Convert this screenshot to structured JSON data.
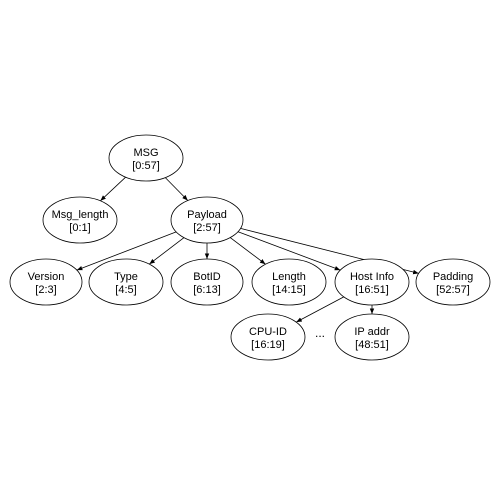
{
  "nodes": {
    "msg": {
      "name": "MSG",
      "range": "[0:57]"
    },
    "msg_length": {
      "name": "Msg_length",
      "range": "[0:1]"
    },
    "payload": {
      "name": "Payload",
      "range": "[2:57]"
    },
    "version": {
      "name": "Version",
      "range": "[2:3]"
    },
    "type": {
      "name": "Type",
      "range": "[4:5]"
    },
    "botid": {
      "name": "BotID",
      "range": "[6:13]"
    },
    "length": {
      "name": "Length",
      "range": "[14:15]"
    },
    "host_info": {
      "name": "Host Info",
      "range": "[16:51]"
    },
    "padding": {
      "name": "Padding",
      "range": "[52:57]"
    },
    "cpu_id": {
      "name": "CPU-ID",
      "range": "[16:19]"
    },
    "ip_addr": {
      "name": "IP addr",
      "range": "[48:51]"
    }
  },
  "edges": [
    [
      "msg",
      "msg_length"
    ],
    [
      "msg",
      "payload"
    ],
    [
      "payload",
      "version"
    ],
    [
      "payload",
      "type"
    ],
    [
      "payload",
      "botid"
    ],
    [
      "payload",
      "length"
    ],
    [
      "payload",
      "host_info"
    ],
    [
      "payload",
      "padding"
    ],
    [
      "host_info",
      "cpu_id"
    ],
    [
      "host_info",
      "ip_addr"
    ]
  ],
  "ellipsis": "..."
}
